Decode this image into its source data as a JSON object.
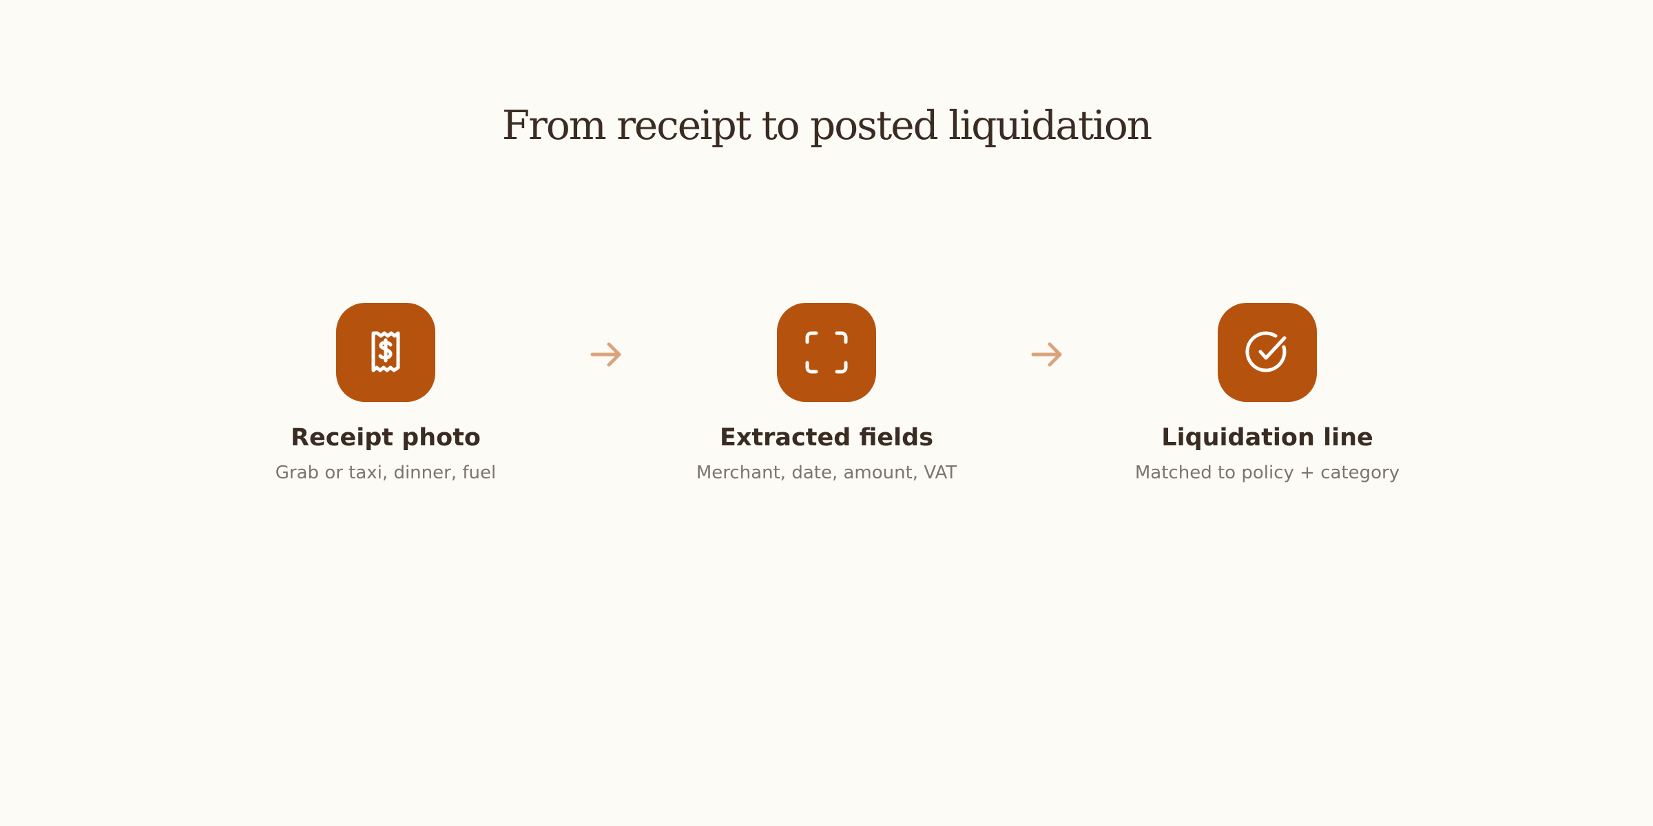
{
  "title": "From receipt to posted liquidation",
  "colors": {
    "background": "#fdfbf6",
    "accent": "#b5530e",
    "arrow": "#d9a47c",
    "heading_text": "#3a2c22",
    "secondary_text": "#7b756e"
  },
  "steps": [
    {
      "icon": "receipt-dollar-icon",
      "title": "Receipt photo",
      "description": "Grab or taxi, dinner, fuel"
    },
    {
      "icon": "scan-frame-icon",
      "title": "Extracted fields",
      "description": "Merchant, date, amount, VAT"
    },
    {
      "icon": "check-circle-icon",
      "title": "Liquidation line",
      "description": "Matched to policy + category"
    }
  ],
  "connectors": [
    {
      "icon": "arrow-right-icon"
    },
    {
      "icon": "arrow-right-icon"
    }
  ]
}
